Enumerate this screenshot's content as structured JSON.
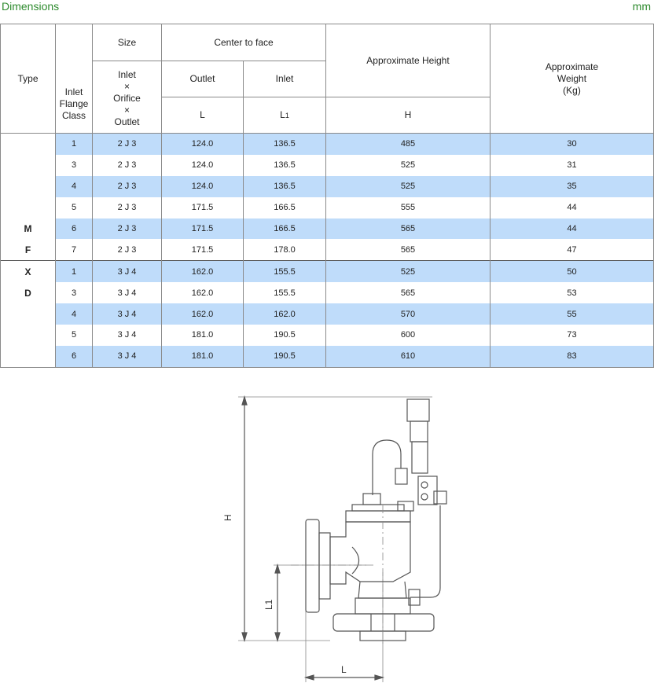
{
  "header": {
    "title": "Dimensions",
    "unit": "mm"
  },
  "table": {
    "col_type": "Type",
    "col_inlet_flange_class": "Inlet\nFlange\nClass",
    "col_size": "Size",
    "col_size_sub": "Inlet\n×\nOrifice\n×\nOutlet",
    "col_center_to_face": "Center to face",
    "col_outlet": "Outlet",
    "col_inlet": "Inlet",
    "col_outlet_sym": "L",
    "col_inlet_sym": "L",
    "col_inlet_sym_sub": "1",
    "col_height": "Approximate Height",
    "col_height_sym": "H",
    "col_weight": "Approximate\nWeight\n(Kg)",
    "type_letters": [
      "M",
      "F",
      "X",
      "D"
    ],
    "rows": [
      {
        "cls": "1",
        "size": "2 J 3",
        "l": "124.0",
        "l1": "136.5",
        "h": "485",
        "w": "30"
      },
      {
        "cls": "3",
        "size": "2 J 3",
        "l": "124.0",
        "l1": "136.5",
        "h": "525",
        "w": "31"
      },
      {
        "cls": "4",
        "size": "2 J 3",
        "l": "124.0",
        "l1": "136.5",
        "h": "525",
        "w": "35"
      },
      {
        "cls": "5",
        "size": "2 J 3",
        "l": "171.5",
        "l1": "166.5",
        "h": "555",
        "w": "44"
      },
      {
        "cls": "6",
        "size": "2 J 3",
        "l": "171.5",
        "l1": "166.5",
        "h": "565",
        "w": "44"
      },
      {
        "cls": "7",
        "size": "2 J 3",
        "l": "171.5",
        "l1": "178.0",
        "h": "565",
        "w": "47"
      },
      {
        "cls": "1",
        "size": "3 J 4",
        "l": "162.0",
        "l1": "155.5",
        "h": "525",
        "w": "50"
      },
      {
        "cls": "3",
        "size": "3 J 4",
        "l": "162.0",
        "l1": "155.5",
        "h": "565",
        "w": "53"
      },
      {
        "cls": "4",
        "size": "3 J 4",
        "l": "162.0",
        "l1": "162.0",
        "h": "570",
        "w": "55"
      },
      {
        "cls": "5",
        "size": "3 J 4",
        "l": "181.0",
        "l1": "190.5",
        "h": "600",
        "w": "73"
      },
      {
        "cls": "6",
        "size": "3 J 4",
        "l": "181.0",
        "l1": "190.5",
        "h": "610",
        "w": "83"
      }
    ]
  },
  "drawing": {
    "label_h": "H",
    "label_l1": "L1",
    "label_l": "L"
  }
}
